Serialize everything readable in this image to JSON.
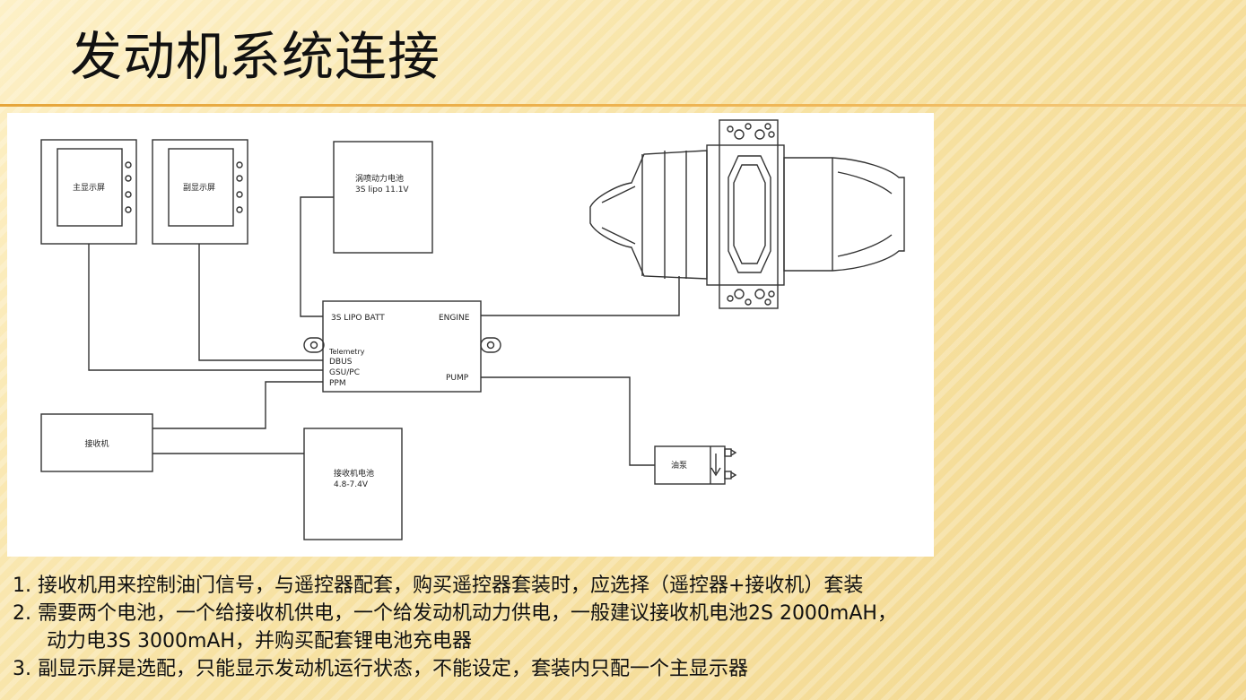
{
  "slide": {
    "title": "发动机系统连接"
  },
  "diagram": {
    "main_display": "主显示屏",
    "sub_display": "副显示屏",
    "turbine_battery": "涡喷动力电池",
    "turbine_battery_spec": "3S lipo 11.1V",
    "ecu": {
      "port_batt": "3S LIPO BATT",
      "port_engine": "ENGINE",
      "port_telemetry": "Telemetry",
      "port_dbus": "DBUS",
      "port_gsu": "GSU/PC",
      "port_ppm": "PPM",
      "port_pump": "PUMP"
    },
    "receiver": "接收机",
    "receiver_battery": "接收机电池",
    "receiver_battery_spec": "4.8-7.4V",
    "fuel_pump": "油泵"
  },
  "notes": [
    "1.  接收机用来控制油门信号，与遥控器配套，购买遥控器套装时，应选择（遥控器+接收机）套装",
    "2.  需要两个电池，一个给接收机供电，一个给发动机动力供电，一般建议接收机电池2S 2000mAH，",
    "动力电3S 3000mAH，并购买配套锂电池充电器",
    "3.  副显示屏是选配，只能显示发动机运行状态，不能设定，套装内只配一个主显示器"
  ],
  "colors": {
    "accent_rule": "#e6a53a",
    "background": "#f7e2a3",
    "diagram_line": "#333333"
  }
}
